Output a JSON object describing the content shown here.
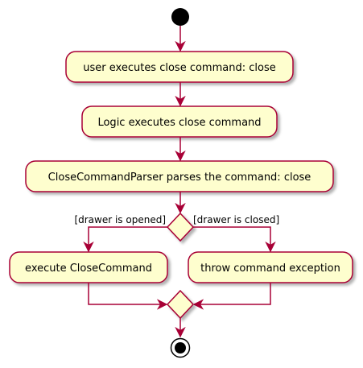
{
  "colors": {
    "activity_fill": "#FEFECE",
    "border": "#A80036",
    "start_end": "#000000"
  },
  "activities": {
    "user_executes": "user executes close command: close",
    "logic_executes": "Logic executes close command",
    "parser_parses": "CloseCommandParser parses the command: close",
    "execute_close": "execute CloseCommand",
    "throw_exception": "throw command exception"
  },
  "guards": {
    "opened": "[drawer is opened]",
    "closed": "[drawer is closed]"
  }
}
